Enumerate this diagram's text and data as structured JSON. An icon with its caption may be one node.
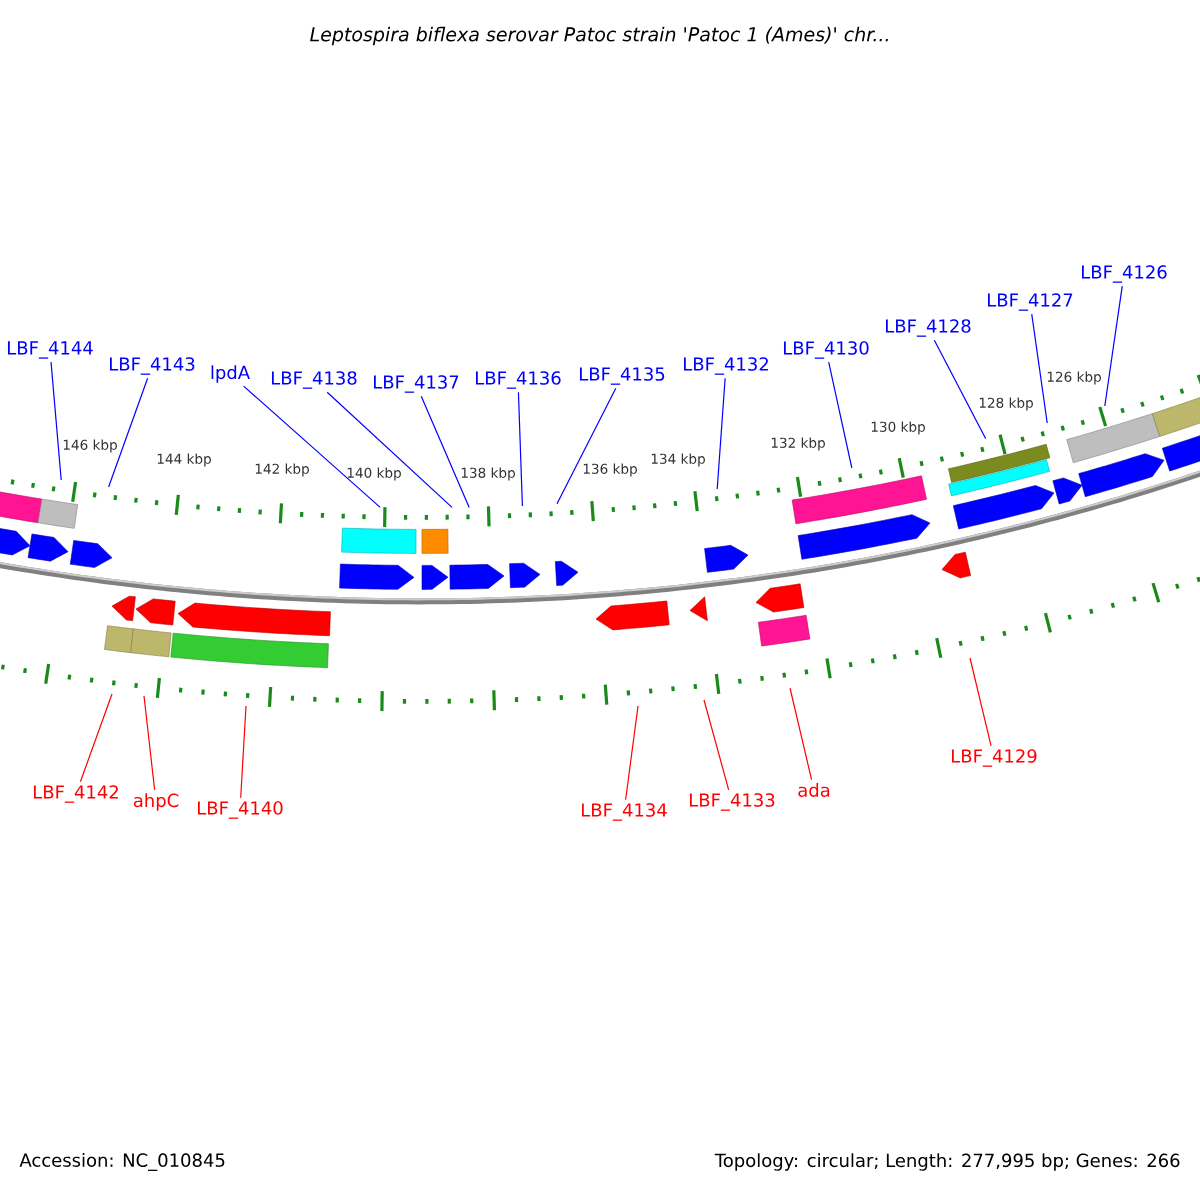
{
  "diagram": {
    "title": "Leptospira biflexa serovar Patoc strain 'Patoc 1 (Ames)' chr...",
    "nodes": [
      {
        "text": [
          "LBF_4144"
        ]
      },
      {
        "text": [
          "LBF_4143"
        ]
      },
      {
        "text": [
          "lpdA"
        ]
      },
      {
        "text": [
          "LBF_4138"
        ]
      },
      {
        "text": [
          "LBF_4137"
        ]
      },
      {
        "text": [
          "LBF_4136"
        ]
      },
      {
        "text": [
          "LBF_4135"
        ]
      },
      {
        "text": [
          "LBF_4132"
        ]
      },
      {
        "text": [
          "LBF_4130"
        ]
      },
      {
        "text": [
          "LBF_4128"
        ]
      },
      {
        "text": [
          "LBF_4127"
        ]
      },
      {
        "text": [
          "LBF_4126"
        ]
      },
      {
        "text": [
          "LBF_4142"
        ]
      },
      {
        "text": [
          "ahpC"
        ]
      },
      {
        "text": [
          "LBF_4140"
        ]
      },
      {
        "text": [
          "LBF_4134"
        ]
      },
      {
        "text": [
          "LBF_4133"
        ]
      },
      {
        "text": [
          "ada"
        ]
      },
      {
        "text": [
          "LBF_4129"
        ]
      }
    ],
    "edges": [
      {
        "from": 0,
        "to": null,
        "arrow": "none"
      },
      {
        "from": 1,
        "to": null,
        "arrow": "none"
      },
      {
        "from": 2,
        "to": null,
        "arrow": "none"
      },
      {
        "from": 3,
        "to": null,
        "arrow": "none"
      },
      {
        "from": 4,
        "to": null,
        "arrow": "none"
      },
      {
        "from": 5,
        "to": null,
        "arrow": "none"
      },
      {
        "from": 6,
        "to": null,
        "arrow": "none"
      },
      {
        "from": 7,
        "to": null,
        "arrow": "none"
      },
      {
        "from": 8,
        "to": null,
        "arrow": "none"
      },
      {
        "from": 9,
        "to": null,
        "arrow": "none"
      },
      {
        "from": 10,
        "to": null,
        "arrow": "none"
      },
      {
        "from": 11,
        "to": null,
        "arrow": "none"
      },
      {
        "from": 12,
        "to": null,
        "arrow": "none",
        "color": "#ff0000"
      },
      {
        "from": 13,
        "to": null,
        "arrow": "none",
        "color": "#ff0000"
      },
      {
        "from": 14,
        "to": null,
        "arrow": "none",
        "color": "#ff0000"
      },
      {
        "from": 15,
        "to": null,
        "arrow": "none",
        "color": "#ff0000"
      },
      {
        "from": 16,
        "to": null,
        "arrow": "none",
        "color": "#ff0000"
      },
      {
        "from": 17,
        "to": null,
        "arrow": "none",
        "color": "#ff0000"
      },
      {
        "from": 18,
        "to": null,
        "arrow": "none",
        "color": "#ff0000"
      }
    ],
    "labels": [
      "146 kbp",
      "144 kbp",
      "142 kbp",
      "140 kbp",
      "138 kbp",
      "136 kbp",
      "134 kbp",
      "132 kbp",
      "130 kbp",
      "128 kbp",
      "126 kbp",
      "Accession: NC_010845",
      "Topology: circular; Length: 277,995 bp; Genes: 266"
    ]
  }
}
